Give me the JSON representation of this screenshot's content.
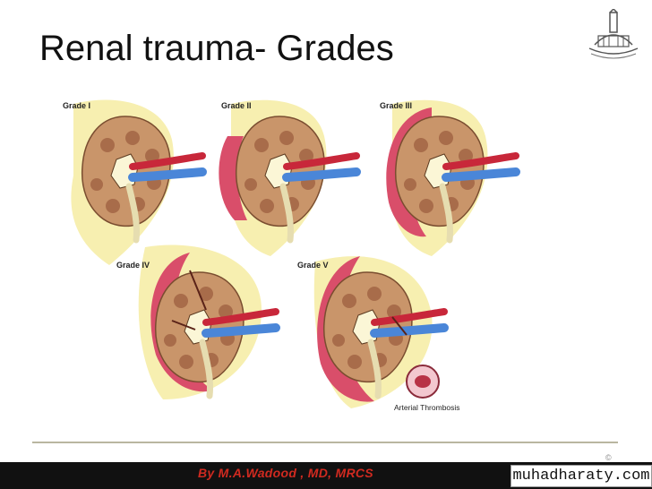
{
  "slide": {
    "title": "Renal trauma- Grades",
    "copyright_symbol": "©",
    "author": "By M.A.Wadood , MD, MRCS",
    "watermark": "muhadharaty.com"
  },
  "figure": {
    "grades": [
      {
        "label": "Grade I"
      },
      {
        "label": "Grade II"
      },
      {
        "label": "Grade III"
      },
      {
        "label": "Grade IV"
      },
      {
        "label": "Grade V"
      }
    ],
    "inset_label": "Arterial Thrombosis"
  },
  "colors": {
    "fat": "#f7efb0",
    "hematoma": "#d94e6a",
    "cortex": "#c9956a",
    "artery": "#c8273a",
    "vein": "#4a86d8",
    "author_text": "#d02a20"
  },
  "icons": {
    "logo": "university-emblem-icon"
  }
}
